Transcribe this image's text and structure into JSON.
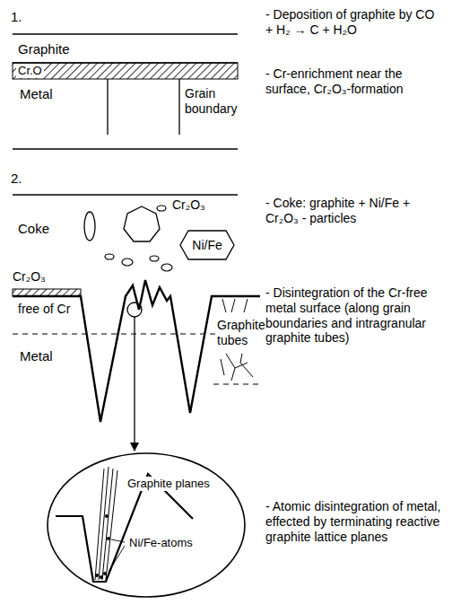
{
  "diagram": {
    "nodes": [
      {
        "text": [
          "Ni/Fe"
        ]
      },
      {
        "text": [
          "Graphite planes",
          "Ni/Fe-atoms"
        ]
      }
    ],
    "labels": [
      "1.",
      "Graphite",
      "Cr.O",
      "Metal",
      "Grain boundary",
      "- Deposition of graphite by CO + H₂ → C + H₂O",
      "- Cr-enrichment near the surface, Cr₂O₃-formation",
      "2.",
      "Cr₂O₃",
      "Coke",
      "Cr₂O₃",
      "free of Cr",
      "Metal",
      "Graphite tubes",
      "- Coke: graphite + Ni/Fe + Cr₂O₃ - particles",
      "- Disintegration of the Cr-free metal surface (along grain boundaries and intragranular graphite tubes)",
      "- Atomic disintegration of metal, effected by terminating reactive graphite lattice planes"
    ]
  }
}
